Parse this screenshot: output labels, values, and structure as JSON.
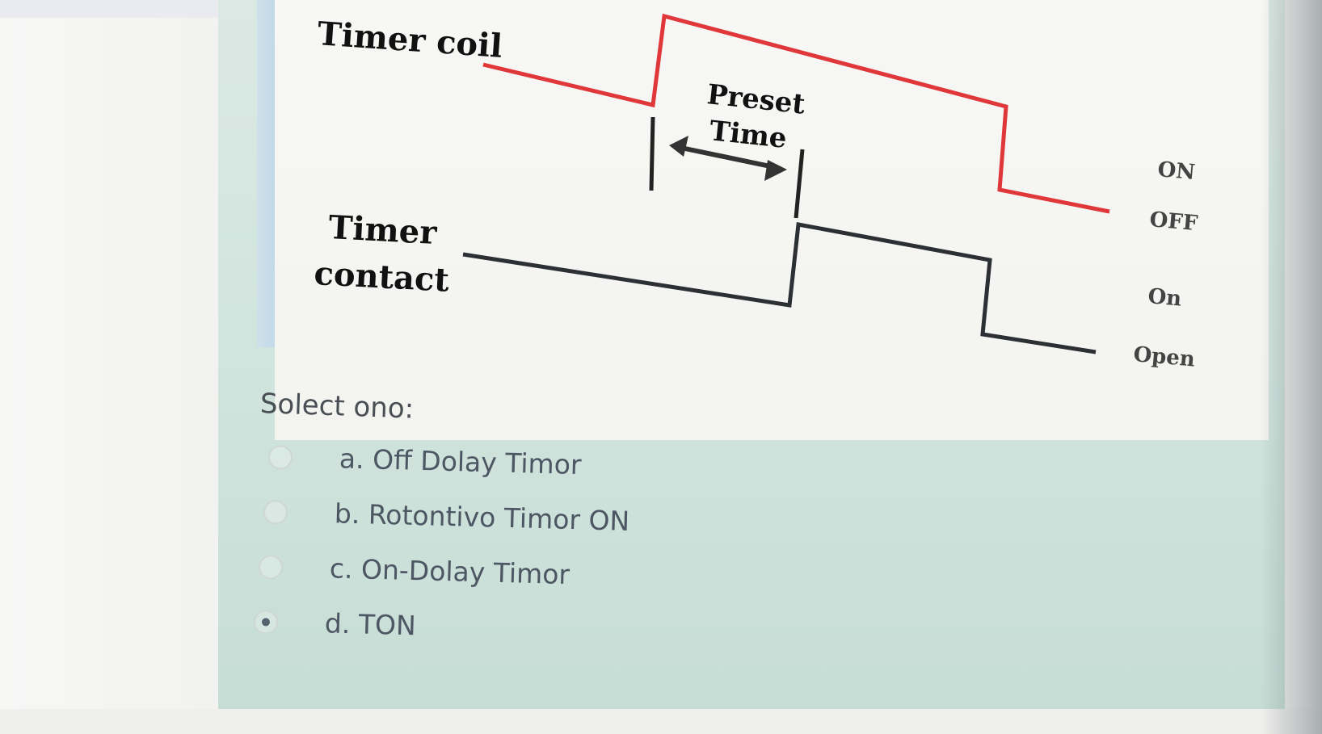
{
  "diagram": {
    "coil_label": "Timer coil",
    "contact_label_line1": "Timer",
    "contact_label_line2": "contact",
    "preset_line1": "Preset",
    "preset_line2": "Time",
    "coil_states": {
      "on": "ON",
      "off": "OFF"
    },
    "contact_states": {
      "on": "On",
      "off": "Open"
    },
    "colors": {
      "coil_signal": "#e0383a",
      "contact_signal": "#2c2f33",
      "marker": "#222222"
    }
  },
  "question": {
    "prompt": "Solect ono:",
    "options": [
      {
        "label": "a. Off  Dolay Timor",
        "selected": false
      },
      {
        "label": "b. Rotontivo Timor ON",
        "selected": false
      },
      {
        "label": "c. On-Dolay Timor",
        "selected": false
      },
      {
        "label": "d. TON",
        "selected": true
      }
    ]
  }
}
